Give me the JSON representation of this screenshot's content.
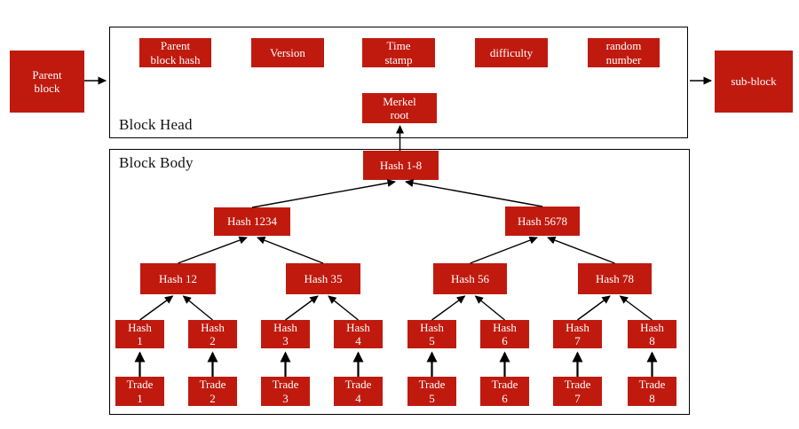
{
  "colors": {
    "node_red": "#c01a0f",
    "node_text": "#ffffff",
    "frame_border": "#000000",
    "arrow_black": "#000000"
  },
  "frames": {
    "head_label": "Block Head",
    "body_label": "Block Body"
  },
  "nodes": {
    "parent_block": "Parent\nblock",
    "sub_block": "sub-block",
    "parent_block_hash": "Parent\nblock hash",
    "version": "Version",
    "time_stamp": "Time\nstamp",
    "difficulty": "difficulty",
    "random_number": "random\nnumber",
    "merkel_root": "Merkel\nroot",
    "hash_1_8": "Hash 1-8",
    "hash_1234": "Hash 1234",
    "hash_5678": "Hash 5678",
    "hash_12": "Hash 12",
    "hash_35": "Hash 35",
    "hash_56": "Hash 56",
    "hash_78": "Hash 78",
    "hash_1": "Hash\n1",
    "hash_2": "Hash\n2",
    "hash_3": "Hash\n3",
    "hash_4": "Hash\n4",
    "hash_5": "Hash\n5",
    "hash_6": "Hash\n6",
    "hash_7": "Hash\n7",
    "hash_8": "Hash\n8",
    "trade_1": "Trade\n1",
    "trade_2": "Trade\n2",
    "trade_3": "Trade\n3",
    "trade_4": "Trade\n4",
    "trade_5": "Trade\n5",
    "trade_6": "Trade\n6",
    "trade_7": "Trade\n7",
    "trade_8": "Trade\n8"
  }
}
